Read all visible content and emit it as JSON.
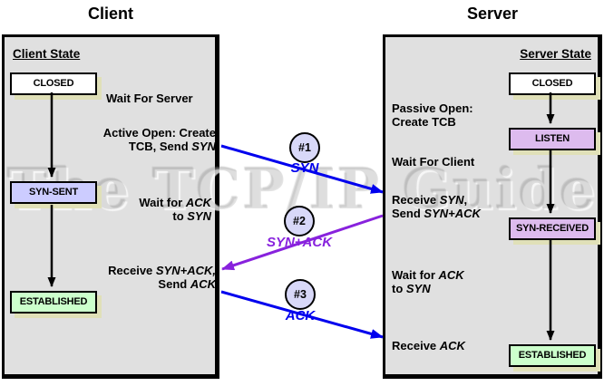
{
  "watermark": "The TCP/IP Guide",
  "colors": {
    "panel_background": "#e0e0e0",
    "box_shadow": "#e0e0b8",
    "blue_message": "#0000ee",
    "purple_message": "#8822dd",
    "black_arrow": "#000000"
  },
  "client": {
    "title": "Client",
    "state_heading": "Client State",
    "states": [
      {
        "label": "CLOSED",
        "bg": "#ffffff"
      },
      {
        "label": "SYN-SENT",
        "bg": "#ccccff"
      },
      {
        "label": "ESTABLISHED",
        "bg": "#ccffcc"
      }
    ],
    "notes": [
      {
        "lines": [
          [
            {
              "t": "Wait For Server"
            }
          ]
        ]
      },
      {
        "lines": [
          [
            {
              "t": "Active Open: Create"
            }
          ],
          [
            {
              "t": "TCB, Send "
            },
            {
              "t": "SYN",
              "i": true
            }
          ]
        ]
      },
      {
        "lines": [
          [
            {
              "t": "Wait for "
            },
            {
              "t": "ACK",
              "i": true
            }
          ],
          [
            {
              "t": "to "
            },
            {
              "t": "SYN",
              "i": true
            }
          ]
        ]
      },
      {
        "lines": [
          [
            {
              "t": "Receive "
            },
            {
              "t": "SYN+ACK,",
              "i": true
            }
          ],
          [
            {
              "t": "Send "
            },
            {
              "t": "ACK",
              "i": true
            }
          ]
        ]
      }
    ]
  },
  "server": {
    "title": "Server",
    "state_heading": "Server State",
    "states": [
      {
        "label": "CLOSED",
        "bg": "#ffffff"
      },
      {
        "label": "LISTEN",
        "bg": "#ddbbee"
      },
      {
        "label": "SYN-RECEIVED",
        "bg": "#ddbbee"
      },
      {
        "label": "ESTABLISHED",
        "bg": "#ccffcc"
      }
    ],
    "notes": [
      {
        "lines": [
          [
            {
              "t": "Passive Open:"
            }
          ],
          [
            {
              "t": "Create TCB"
            }
          ]
        ]
      },
      {
        "lines": [
          [
            {
              "t": "Wait For Client"
            }
          ]
        ]
      },
      {
        "lines": [
          [
            {
              "t": "Receive "
            },
            {
              "t": "SYN",
              "i": true
            },
            {
              "t": ","
            }
          ],
          [
            {
              "t": "Send "
            },
            {
              "t": "SYN+ACK",
              "i": true
            }
          ]
        ]
      },
      {
        "lines": [
          [
            {
              "t": "Wait for "
            },
            {
              "t": "ACK",
              "i": true
            }
          ],
          [
            {
              "t": "to "
            },
            {
              "t": "SYN",
              "i": true
            }
          ]
        ]
      },
      {
        "lines": [
          [
            {
              "t": "Receive "
            },
            {
              "t": "ACK",
              "i": true
            }
          ]
        ]
      }
    ]
  },
  "messages": [
    {
      "num": "#1",
      "label": "SYN",
      "color": "#0000ee"
    },
    {
      "num": "#2",
      "label": "SYN+ACK",
      "color": "#8822dd"
    },
    {
      "num": "#3",
      "label": "ACK",
      "color": "#0000ee"
    }
  ]
}
